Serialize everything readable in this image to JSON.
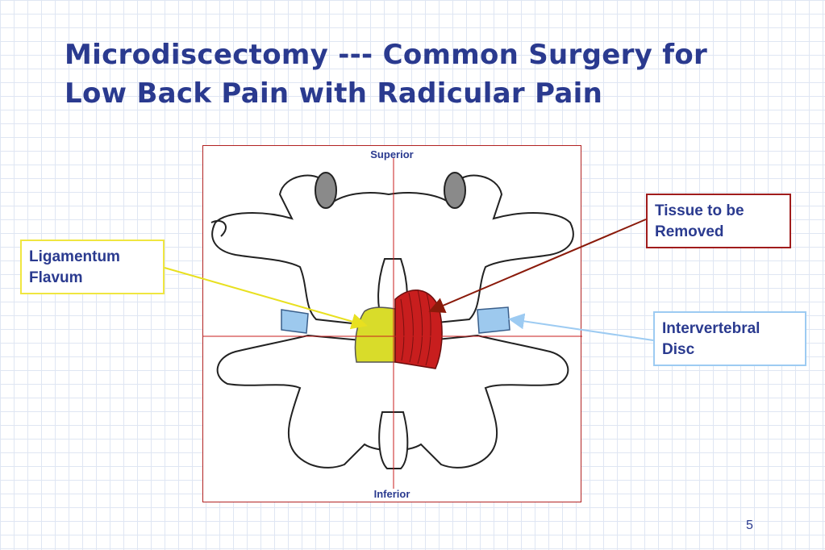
{
  "slide": {
    "title_line1": "Microdiscectomy --- Common Surgery for",
    "title_line2": "Low Back Pain with Radicular Pain",
    "page_number": "5"
  },
  "figure": {
    "superior_label": "Superior",
    "inferior_label": "Inferior"
  },
  "callouts": {
    "tissue": {
      "line1": "Tissue to be",
      "line2": "Removed"
    },
    "ligamentum": {
      "line1": "Ligamentum",
      "line2": "Flavum"
    },
    "disc": {
      "line1": "Intervertebral",
      "line2": "Disc"
    }
  },
  "colors": {
    "title": "#2a3a8f",
    "tissue_red": "#c81e1e",
    "ligamentum_yellow": "#d9dc2a",
    "disc_blue": "#9dc9ee",
    "frame_red": "#b22222"
  }
}
